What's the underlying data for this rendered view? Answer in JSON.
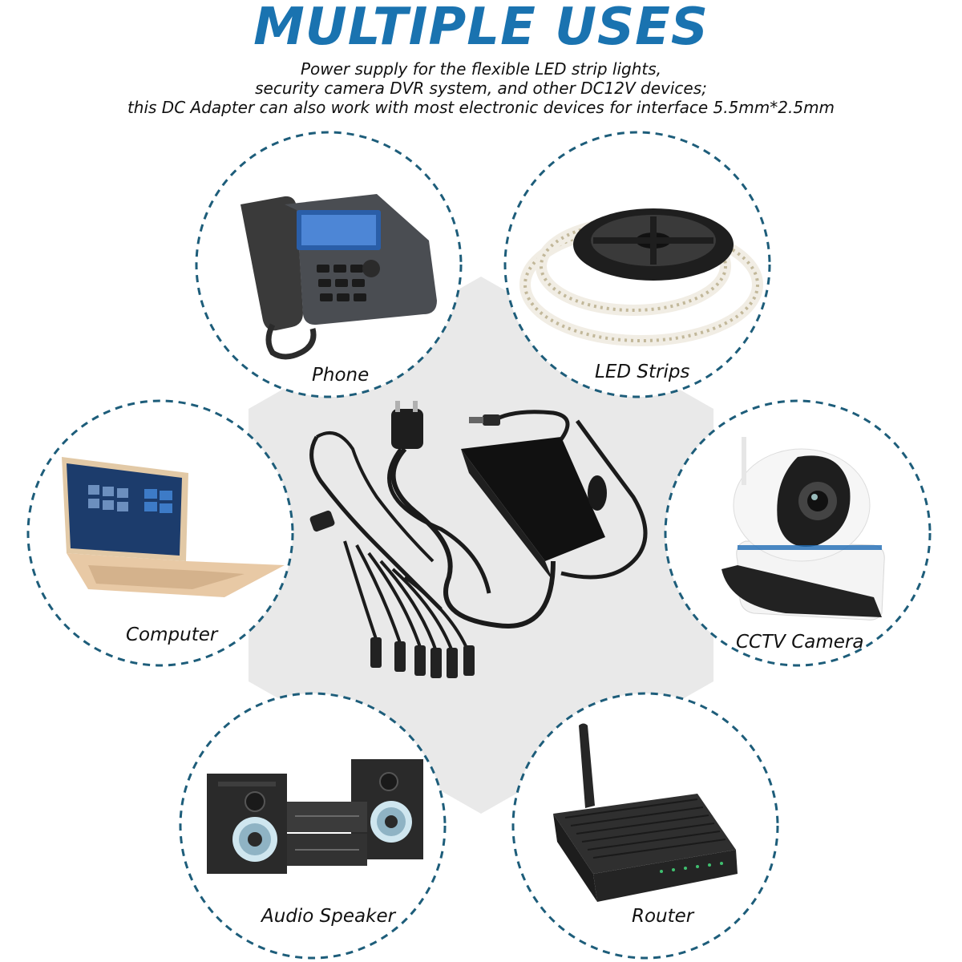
{
  "header": {
    "title": "MULTIPLE USES",
    "description_lines": [
      "Power supply for the flexible LED strip lights,",
      "security camera DVR system, and other DC12V devices;",
      "this DC Adapter can also work with most electronic devices for interface 5.5mm*2.5mm"
    ]
  },
  "devices": [
    {
      "label": "Phone",
      "icon": "phone-illustration"
    },
    {
      "label": "LED Strips",
      "icon": "led-strip-illustration"
    },
    {
      "label": "Computer",
      "icon": "laptop-illustration"
    },
    {
      "label": "CCTV Camera",
      "icon": "camera-illustration"
    },
    {
      "label": "Audio Speaker",
      "icon": "speaker-illustration"
    },
    {
      "label": "Router",
      "icon": "router-illustration"
    }
  ],
  "product": {
    "icon": "power-adapter-illustration"
  },
  "colors": {
    "accent": "#1a73b0",
    "circle_border": "#1d5d7a",
    "hexagon": "#e9e9e9",
    "device_dark": "#2b2b2b"
  }
}
